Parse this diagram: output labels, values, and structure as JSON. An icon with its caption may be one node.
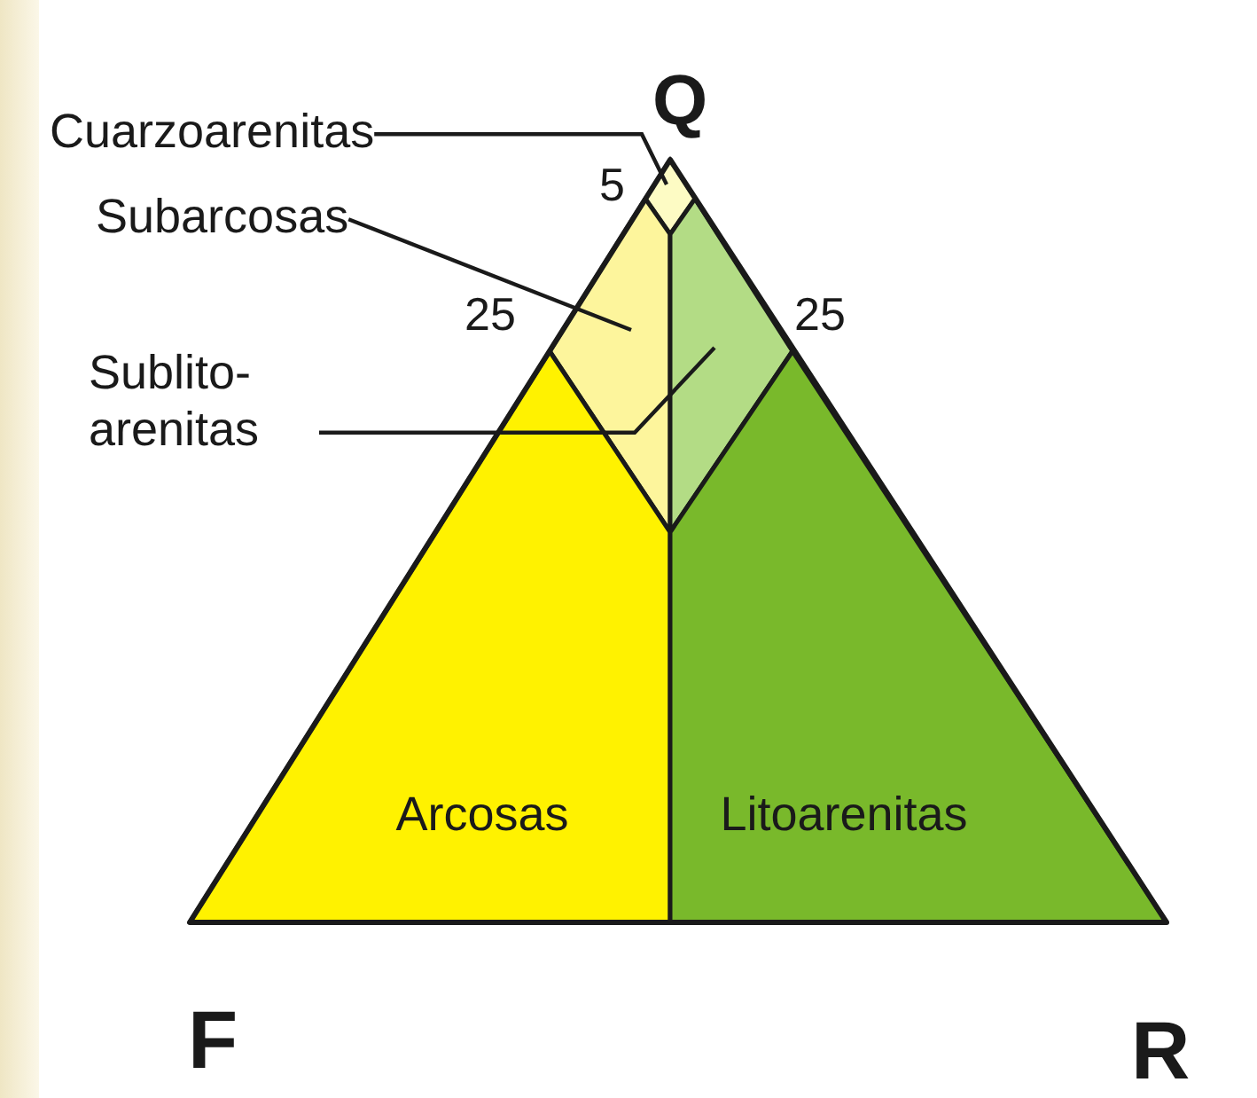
{
  "diagram": {
    "nodes": [
      {
        "text": [
          "Cuarzoarenitas"
        ]
      },
      {
        "text": [],
        "shape": "diamond"
      },
      {
        "text": [
          "Subarcosas"
        ]
      },
      {
        "text": [],
        "shape": "polygon"
      },
      {
        "text": [
          "Sublito- arenitas"
        ]
      },
      {
        "text": [],
        "shape": "polygon"
      },
      {
        "text": [
          "Arcosas"
        ]
      },
      {
        "text": [
          "Litoarenitas"
        ]
      }
    ],
    "edges": [
      {
        "from": 0,
        "to": 1,
        "arrow": "none"
      },
      {
        "from": 2,
        "to": 3,
        "arrow": "none"
      },
      {
        "from": 4,
        "to": 5,
        "arrow": "none"
      }
    ],
    "labels": [
      "Q",
      "5",
      "25",
      "25",
      "F",
      "R"
    ]
  }
}
